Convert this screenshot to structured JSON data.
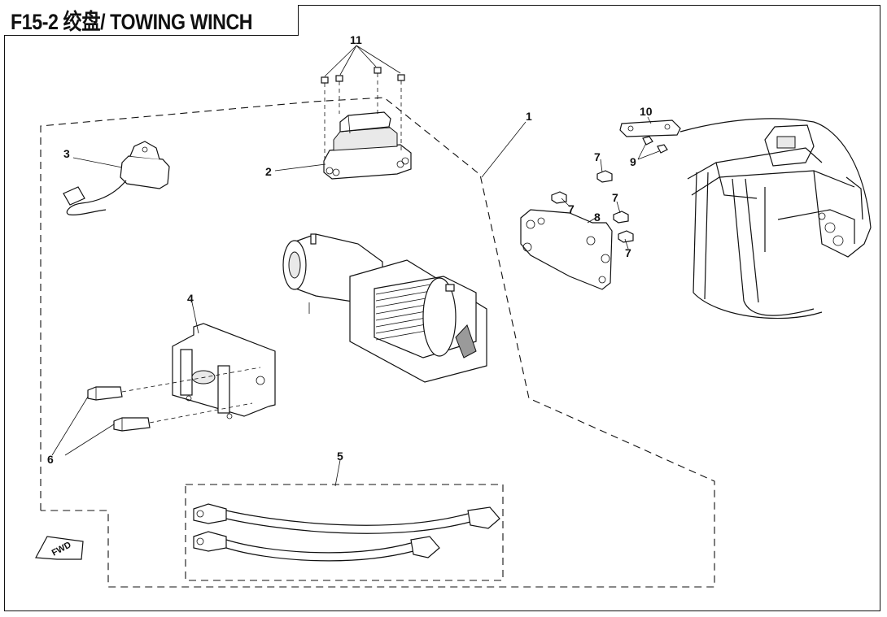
{
  "title": "F15-2  绞盘/ TOWING WINCH",
  "fwd_label": "FWD",
  "callouts": [
    "1",
    "2",
    "3",
    "4",
    "5",
    "6",
    "7",
    "7",
    "7",
    "7",
    "8",
    "9",
    "10",
    "11"
  ]
}
